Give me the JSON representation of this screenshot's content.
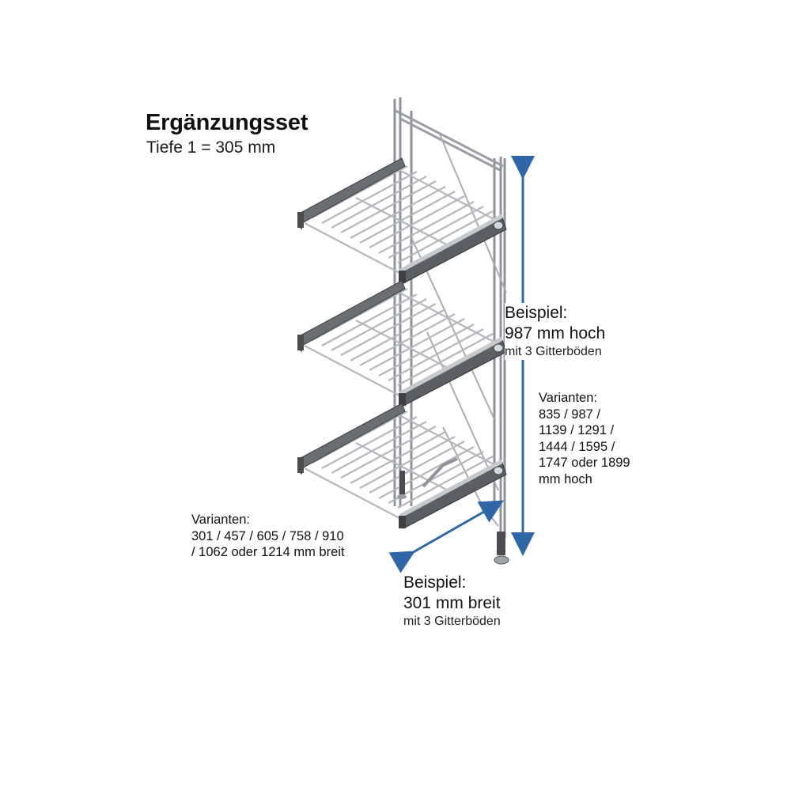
{
  "header": {
    "title": "Ergänzungsset",
    "subtitle": "Tiefe 1 = 305 mm"
  },
  "height_example": {
    "label": "Beispiel:",
    "value": "987 mm hoch",
    "note": "mit 3 Gitterböden"
  },
  "height_variants": {
    "label": "Varianten:",
    "lines": [
      "835 / 987 /",
      "1139 / 1291 /",
      "1444 / 1595 /",
      "1747 oder 1899",
      "mm hoch"
    ]
  },
  "width_variants": {
    "label": "Varianten:",
    "lines": [
      "301 / 457 / 605 / 758 / 910",
      "/ 1062 oder 1214 mm breit"
    ]
  },
  "width_example": {
    "label": "Beispiel:",
    "value": "301 mm breit",
    "note": "mit 3 Gitterböden"
  },
  "colors": {
    "arrow": "#2f66a8",
    "frame": "#9a9ea3",
    "rail": "#5b5e62",
    "text": "#111111"
  },
  "icons": {
    "height_arrow": "double-arrow-vertical",
    "width_arrow": "double-arrow-diagonal"
  }
}
